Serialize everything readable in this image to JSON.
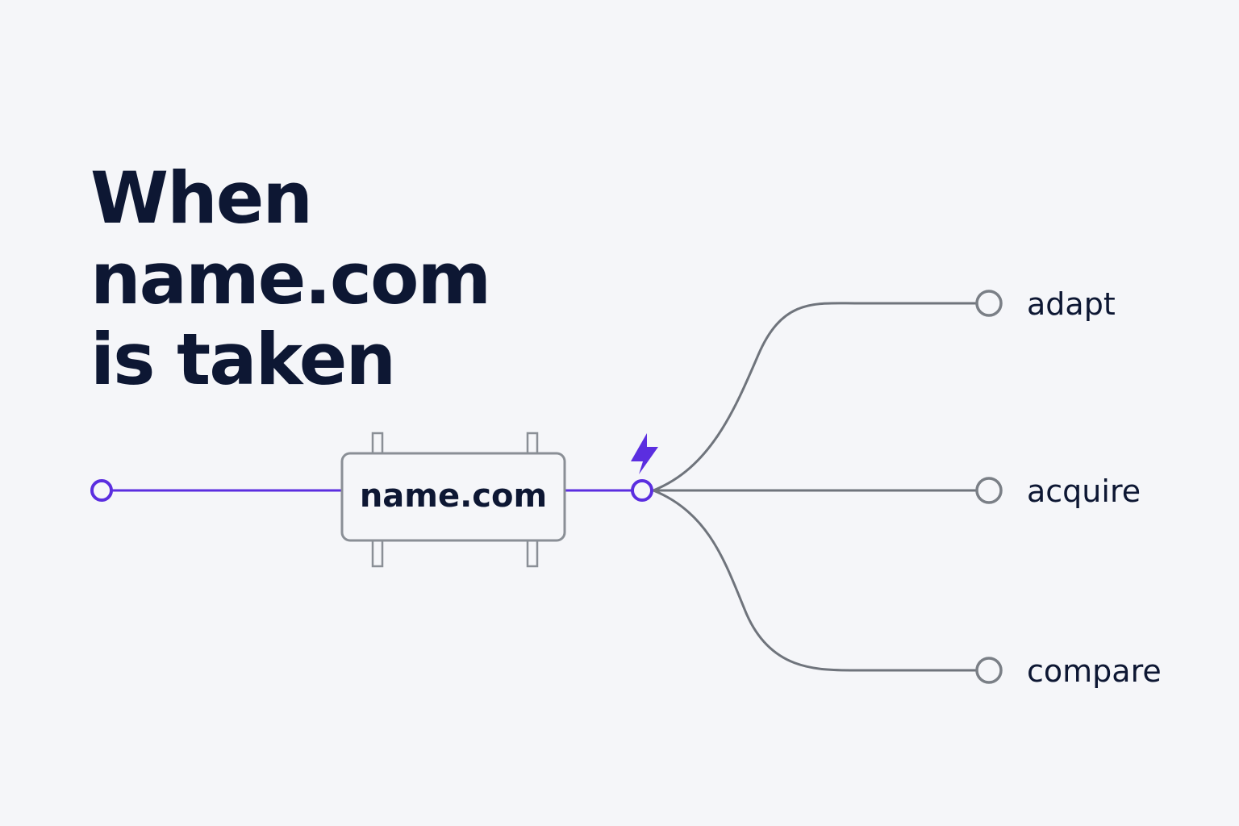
{
  "headline": {
    "line1": "When",
    "line2": "name.com",
    "line3": "is taken"
  },
  "domain_box": {
    "label": "name.com"
  },
  "trigger": {
    "icon": "lightning-bolt-icon"
  },
  "options": [
    {
      "label": "adapt"
    },
    {
      "label": "acquire"
    },
    {
      "label": "compare"
    }
  ],
  "colors": {
    "background": "#f5f6f9",
    "text": "#0d1733",
    "accent": "#5b2ee0",
    "line": "#6f747c"
  }
}
